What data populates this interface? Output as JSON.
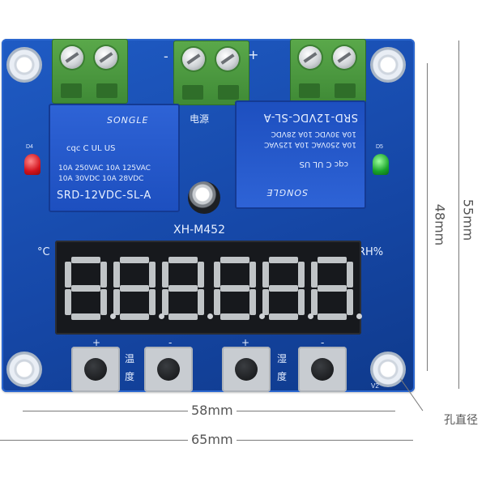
{
  "board": {
    "model_label": "XH-M452",
    "unit_left": "°C",
    "unit_right": "RH%",
    "power_label": "电源",
    "term_minus": "-",
    "term_plus": "+",
    "led_left_label": "D4",
    "led_right_label": "D5",
    "version_label": "V2",
    "btn_group_left_label_1": "温",
    "btn_group_left_label_2": "度",
    "btn_group_right_label_1": "湿",
    "btn_group_right_label_2": "度",
    "btn_plus": "+",
    "btn_minus": "-"
  },
  "relays": [
    {
      "brand": "SONGLE",
      "specs_line1": "10A 250VAC   10A 125VAC",
      "specs_line2": "10A 30VDC    10A 28VDC",
      "model": "SRD-12VDC-SL-A",
      "cert": "cqc  C  UL  US"
    },
    {
      "brand": "SONGLE",
      "specs_line1": "10A 250VAC   10A 125VAC",
      "specs_line2": "10A 30VDC    10A 28VDC",
      "model": "SRD-12VDC-SL-A",
      "cert": "cqc  C  UL  US"
    }
  ],
  "display": {
    "digits": "888888"
  },
  "dimensions": {
    "width_inner": "58mm",
    "width_outer": "65mm",
    "height_inner": "48mm",
    "height_outer": "55mm",
    "hole_note": "孔直径"
  },
  "colors": {
    "pcb": "#1a4fb5",
    "terminal": "#4a9a3f",
    "relay": "#2558cc",
    "display_bg": "#17191d",
    "segment": "#cfd2d6",
    "led_red": "#d3131d",
    "led_green": "#19a52b"
  }
}
